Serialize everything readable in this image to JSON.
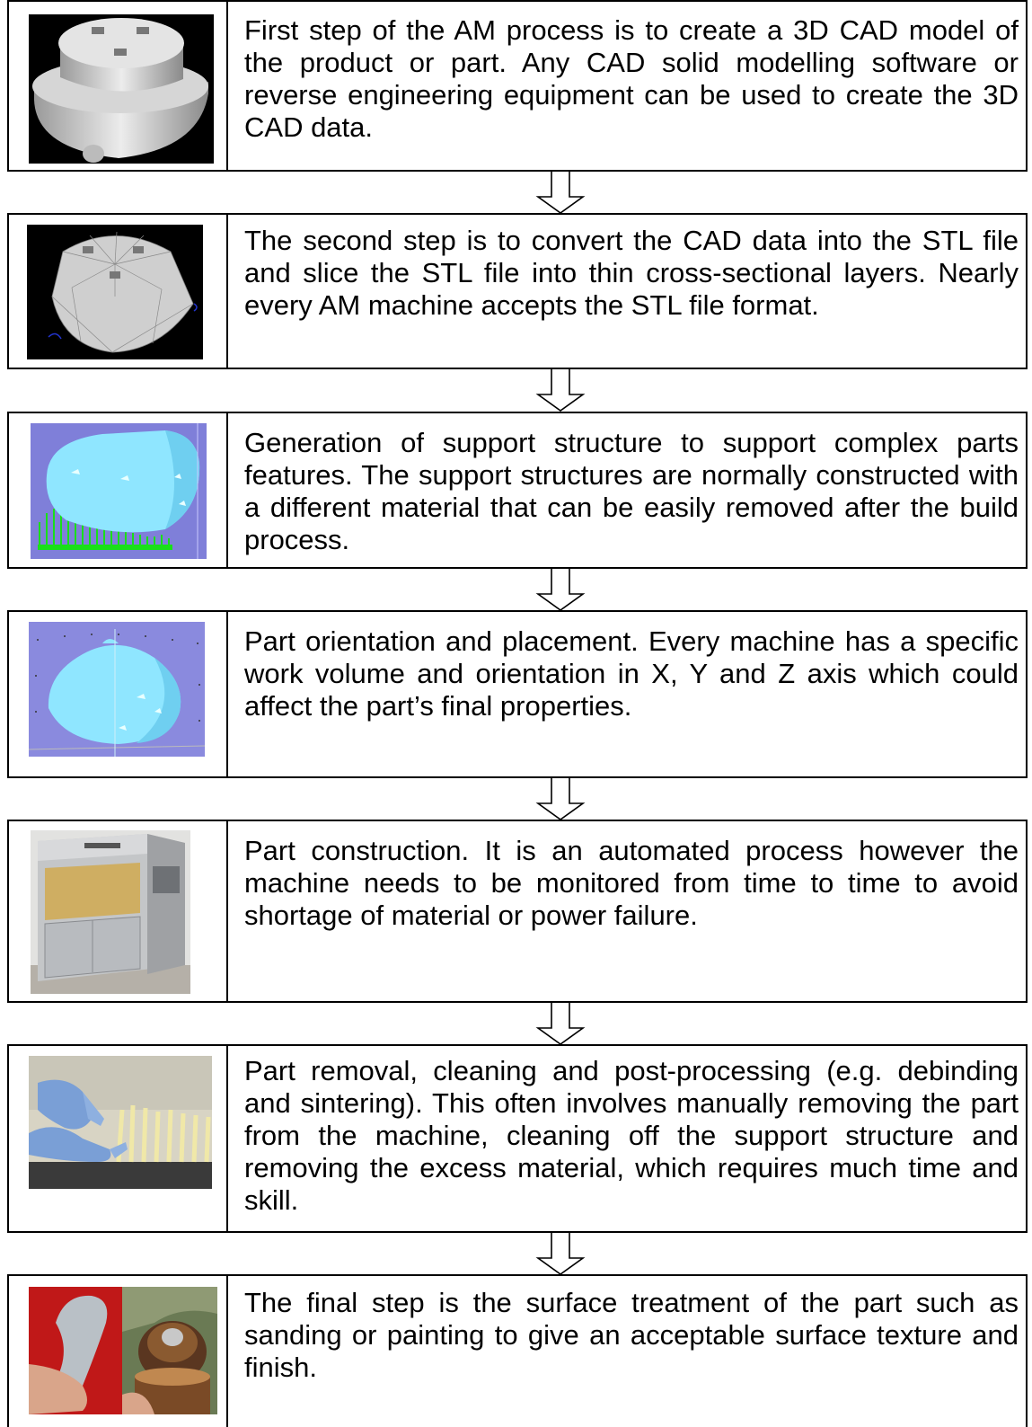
{
  "steps": [
    {
      "text": "First step of the AM process is to create a 3D CAD model of the product or part. Any CAD solid modelling software or reverse engineering equipment can be used to create the 3D CAD data.",
      "image": "cad-model-image"
    },
    {
      "text": "The second step is to convert the CAD data into the STL file and slice the STL file into thin cross-sectional layers. Nearly every AM machine accepts the STL file format.",
      "image": "stl-mesh-image"
    },
    {
      "text": "Generation of support structure to support complex parts features. The support structures are normally constructed with a different material that can be easily removed after the build process.",
      "image": "support-structure-image"
    },
    {
      "text": "Part orientation and placement. Every machine has a specific work volume and orientation in X, Y and Z axis which could affect the part’s final properties.",
      "image": "part-orientation-image"
    },
    {
      "text": "Part construction. It is an automated process however the machine needs to be monitored from time to time to avoid shortage of material or power failure.",
      "image": "am-machine-image"
    },
    {
      "text": "Part removal, cleaning and post-processing (e.g. debinding and sintering). This often involves manually removing the part from the machine, cleaning off the support structure and removing the excess material, which requires much time and skill.",
      "image": "part-removal-image"
    },
    {
      "text": "The final step is the surface treatment of the part such as sanding or painting to give an acceptable surface texture and finish.",
      "image": "surface-treatment-image"
    }
  ],
  "colors": {
    "border": "#000000",
    "cad_bg": "#000000",
    "cad_part": "#d8d8d8",
    "support_bg": "#7f7fd9",
    "support_part": "#8fe6ff",
    "support_green": "#19e019"
  }
}
